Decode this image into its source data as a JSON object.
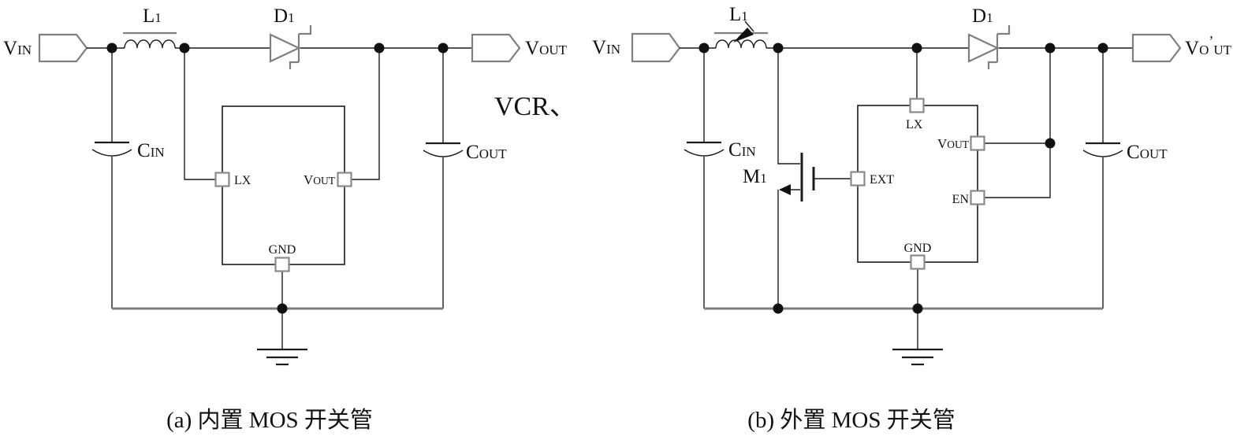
{
  "figure": {
    "caption_a": "(a) 内置 MOS 开关管",
    "caption_b": "(b) 外置 MOS 开关管",
    "stray_text": "VCR、"
  },
  "colors": {
    "line_black": "#1c1c1c",
    "line_gray": "#7f7f7f",
    "background": "#ffffff"
  },
  "circuit_a": {
    "vin": {
      "big": "V",
      "small": "IN"
    },
    "inductor": {
      "big": "L",
      "small": "1"
    },
    "diode": {
      "big": "D",
      "small": "1"
    },
    "cin": {
      "big": "C",
      "small": "IN"
    },
    "cout": {
      "big": "C",
      "small": "OUT"
    },
    "vout": {
      "big": "V",
      "small": "OUT"
    },
    "pins": {
      "lx": {
        "big": "LX",
        "small": ""
      },
      "vout": {
        "big": "V",
        "small": "OUT"
      },
      "gnd": {
        "big": "GND",
        "small": ""
      }
    }
  },
  "circuit_b": {
    "vin": {
      "big": "V",
      "small": "IN"
    },
    "inductor": {
      "big": "L",
      "small": "1"
    },
    "diode": {
      "big": "D",
      "small": "1"
    },
    "mosfet": {
      "big": "M",
      "small": "1"
    },
    "cin": {
      "big": "C",
      "small": "IN"
    },
    "cout": {
      "big": "C",
      "small": "OUT"
    },
    "vout_prime": {
      "big": "V",
      "o": "O",
      "prime": "’",
      "ut": "UT"
    },
    "pins": {
      "lx": {
        "big": "LX",
        "small": ""
      },
      "vout": {
        "big": "V",
        "small": "OUT"
      },
      "en": {
        "big": "EN",
        "small": ""
      },
      "ext": {
        "big": "EXT",
        "small": ""
      },
      "gnd": {
        "big": "GND",
        "small": ""
      }
    }
  }
}
